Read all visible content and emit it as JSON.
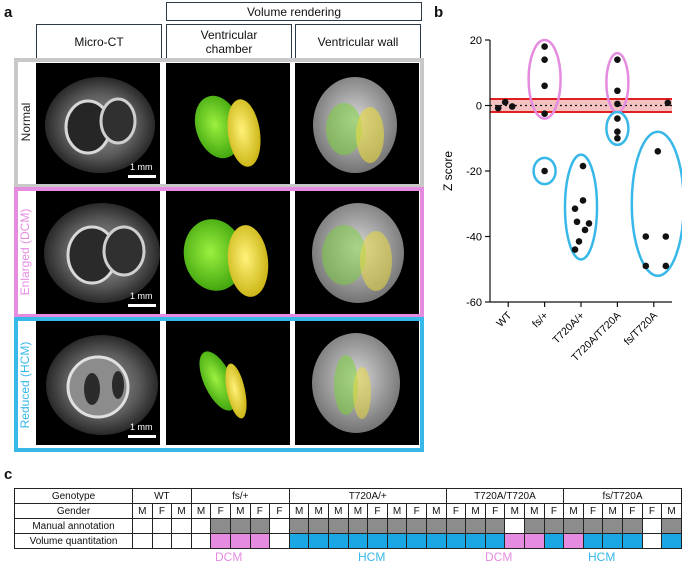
{
  "panels": {
    "a": "a",
    "b": "b",
    "c": "c"
  },
  "panel_a": {
    "volume_rendering_header": "Volume rendering",
    "col_headers": [
      "Micro-CT",
      "Ventricular\nchamber",
      "Ventricular wall"
    ],
    "rows": [
      {
        "label": "Normal",
        "color": "#c8c8c8"
      },
      {
        "label": "Enlarged (DCM)",
        "color": "#e58be0"
      },
      {
        "label": "Reduced (HCM)",
        "color": "#38b8e8"
      }
    ],
    "scale_label": "1 mm"
  },
  "chart_data": {
    "type": "scatter",
    "ylabel": "Z score",
    "xlabel": "",
    "ylim": [
      -60,
      20
    ],
    "yticks": [
      20,
      0,
      -20,
      -40,
      -60
    ],
    "categories": [
      "WT",
      "fs/+",
      "T720A/+",
      "T720A/T720A",
      "fs/T720A"
    ],
    "reference_band": {
      "upper": 2,
      "lower": -2,
      "line_color": "#e02020",
      "fill_color": "#f5c2c2"
    },
    "series": [
      {
        "category": "WT",
        "values": [
          -0.8,
          1.0,
          -0.3
        ]
      },
      {
        "category": "fs/+",
        "values": [
          18.0,
          14.0,
          6.0,
          -2.5,
          -20.0
        ]
      },
      {
        "category": "T720A/+",
        "values": [
          -18.5,
          -29.0,
          -31.5,
          -35.5,
          -36.0,
          -38.0,
          -41.5,
          -44.0
        ]
      },
      {
        "category": "T720A/T720A",
        "values": [
          14.0,
          4.5,
          0.5,
          -4.0,
          -8.0,
          -10.0
        ]
      },
      {
        "category": "fs/T720A",
        "values": [
          0.8,
          -14.0,
          -40.0,
          -40.0,
          -49.0,
          -49.0
        ]
      }
    ],
    "groups": [
      {
        "category": "fs/+",
        "color": "#e58be0",
        "ymin": -4,
        "ymax": 20
      },
      {
        "category": "fs/+",
        "color": "#38b8e8",
        "ymin": -24,
        "ymax": -16
      },
      {
        "category": "T720A/+",
        "color": "#38b8e8",
        "ymin": -47,
        "ymax": -15
      },
      {
        "category": "T720A/T720A",
        "color": "#e58be0",
        "ymin": -2,
        "ymax": 16
      },
      {
        "category": "T720A/T720A",
        "color": "#38b8e8",
        "ymin": -12,
        "ymax": -2
      },
      {
        "category": "fs/T720A",
        "color": "#38b8e8",
        "ymin": -52,
        "ymax": -8
      }
    ]
  },
  "panel_c": {
    "row_titles": [
      "Genotype",
      "Gender",
      "Manual annotation",
      "Volume quantitation"
    ],
    "genotype_groups": [
      {
        "label": "WT",
        "span": 3
      },
      {
        "label": "fs/+",
        "span": 5
      },
      {
        "label": "T720A/+",
        "span": 8
      },
      {
        "label": "T720A/T720A",
        "span": 6
      },
      {
        "label": "fs/T720A",
        "span": 6
      }
    ],
    "genders": [
      "M",
      "F",
      "M",
      "M",
      "F",
      "M",
      "F",
      "F",
      "M",
      "M",
      "M",
      "M",
      "F",
      "M",
      "F",
      "M",
      "F",
      "M",
      "F",
      "M",
      "M",
      "F",
      "M",
      "F",
      "M",
      "F",
      "F",
      "M"
    ],
    "manual": [
      "w",
      "w",
      "w",
      "w",
      "g",
      "g",
      "g",
      "w",
      "g",
      "g",
      "g",
      "g",
      "g",
      "g",
      "g",
      "g",
      "g",
      "g",
      "g",
      "w",
      "g",
      "g",
      "g",
      "g",
      "g",
      "g",
      "w",
      "g"
    ],
    "volume": [
      "w",
      "w",
      "w",
      "w",
      "p",
      "p",
      "p",
      "w",
      "b",
      "b",
      "b",
      "b",
      "b",
      "b",
      "b",
      "b",
      "b",
      "b",
      "b",
      "p",
      "p",
      "b",
      "p",
      "b",
      "b",
      "b",
      "w",
      "b"
    ],
    "fill_colors": {
      "w": "#ffffff",
      "g": "#8c8c8c",
      "p": "#e58be0",
      "b": "#1aa7e4"
    },
    "category_labels": [
      {
        "text": "DCM",
        "color": "#e58be0"
      },
      {
        "text": "HCM",
        "color": "#38b8e8"
      },
      {
        "text": "DCM",
        "color": "#e58be0"
      },
      {
        "text": "HCM",
        "color": "#38b8e8"
      }
    ]
  }
}
